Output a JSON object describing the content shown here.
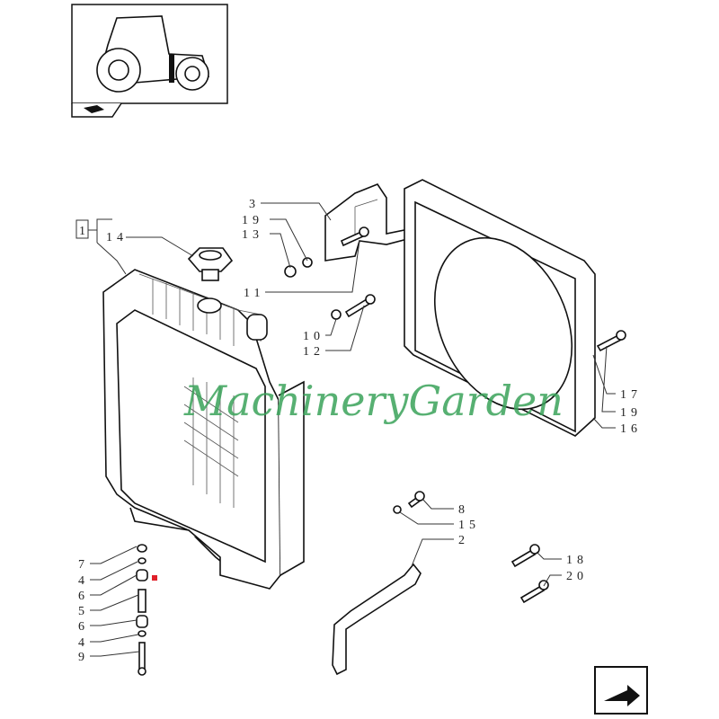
{
  "watermark": "MachineryGarden",
  "labels": {
    "assembly": "1",
    "cap": "14",
    "bracket": "3",
    "washer_top": "19",
    "nut": "13",
    "screw_bracket": "11",
    "washer_mid": "10",
    "screw_mid": "12",
    "shroud_screw": "17",
    "shroud_washer": "19",
    "shroud": "16",
    "screw_8": "8",
    "washer_15": "15",
    "stay": "2",
    "screw_18": "18",
    "screw_20": "20",
    "mount_7": "7",
    "mount_4a": "4",
    "mount_6a": "6",
    "mount_5": "5",
    "mount_6b": "6",
    "mount_4b": "4",
    "mount_9": "9"
  },
  "colors": {
    "watermark": "#3aa35a",
    "marker": "#e0202a"
  }
}
